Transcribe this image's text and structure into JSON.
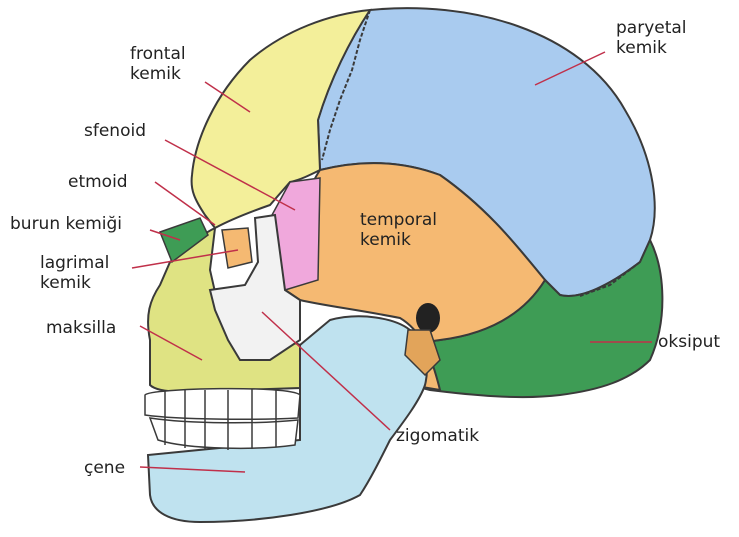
{
  "labels": {
    "frontal": [
      "frontal",
      "kemik"
    ],
    "sfenoid": "sfenoid",
    "etmoid": "etmoid",
    "burun": "burun kemiği",
    "lagrimal": [
      "lagrimal",
      "kemik"
    ],
    "maksilla": "maksilla",
    "cene": "çene",
    "paryetal": [
      "paryetal",
      "kemik"
    ],
    "temporal": [
      "temporal",
      "kemik"
    ],
    "oksiput": "oksiput",
    "zigomatik": "zigomatik"
  },
  "colors": {
    "frontal": "#f3ef9a",
    "parietal": "#a9cbef",
    "temporal": "#f5b972",
    "sphenoid": "#f0a8dc",
    "occipital": "#3e9c55",
    "zygomatic": "#f2f2f2",
    "maxilla": "#dfe383",
    "mandible": "#bfe2ef",
    "leader": "#c0304a",
    "outline": "#3a3a3a"
  }
}
